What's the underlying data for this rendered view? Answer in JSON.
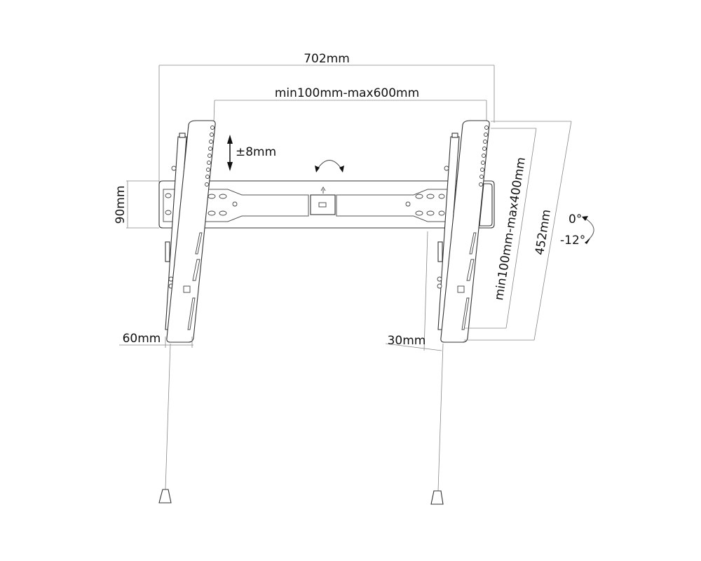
{
  "diagram": {
    "subject": "Tilting TV wall mount bracket",
    "dimensions": {
      "overall_width": "702mm",
      "vesa_horizontal": "min100mm-max600mm",
      "vertical_adjust": "±8mm",
      "wall_plate_height": "90mm",
      "vesa_vertical": "min100mm-max400mm",
      "arm_length": "452mm",
      "left_depth": "60mm",
      "right_depth": "30mm"
    },
    "tilt": {
      "upper": "0°",
      "lower": "-12°"
    },
    "icons": {
      "rotation": "rotation-arrow-icon",
      "vertical_adjust": "double-arrow-icon",
      "level": "up-arrow-icon",
      "tilt": "tilt-arc-icon"
    }
  }
}
